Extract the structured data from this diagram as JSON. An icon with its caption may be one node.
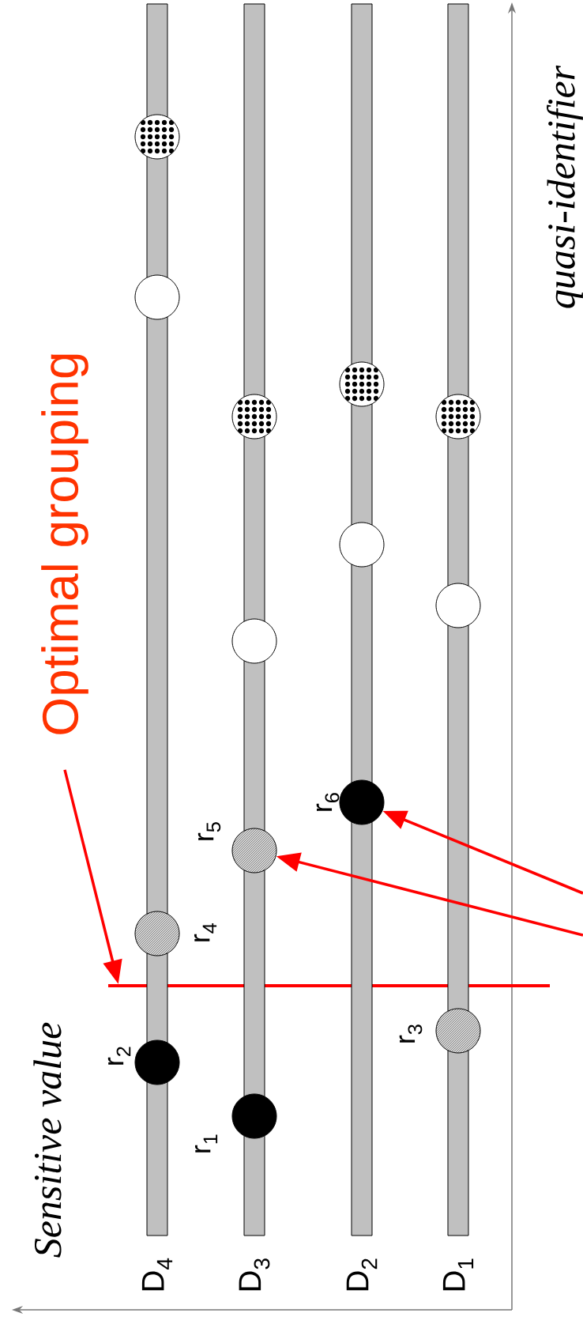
{
  "diagram": {
    "nodes": [
      {
        "text": [
          "Optimal grouping"
        ]
      },
      {
        "text": [],
        "shape": "line"
      },
      {
        "text": [
          "D$_{4}$"
        ]
      },
      {
        "text": [
          "D$_{3}$"
        ]
      },
      {
        "text": [
          "D$_{2}$"
        ]
      },
      {
        "text": [
          "D$_{1}$"
        ]
      },
      {
        "text": [],
        "shape": "circle"
      },
      {
        "text": [],
        "shape": "circle"
      },
      {
        "text": [
          "r$_{4}$"
        ]
      },
      {
        "text": [
          "r$_{2}$"
        ]
      },
      {
        "text": [],
        "shape": "circle"
      },
      {
        "text": [],
        "shape": "circle"
      },
      {
        "text": [
          "r$_{5}$"
        ]
      },
      {
        "text": [
          "r$_{1}$"
        ]
      },
      {
        "text": [],
        "shape": "circle"
      },
      {
        "text": [],
        "shape": "circle"
      },
      {
        "text": [
          "r$_{6}$"
        ]
      },
      {
        "text": [],
        "shape": "circle"
      },
      {
        "text": [],
        "shape": "circle"
      },
      {
        "text": [
          "r$_{3}$"
        ]
      }
    ],
    "edges": [
      {
        "from": 0,
        "to": 1,
        "arrow": "to"
      },
      {
        "from": null,
        "to": 12,
        "arrow": "to"
      },
      {
        "from": null,
        "to": 16,
        "arrow": "to"
      }
    ],
    "labels": [
      "Sensitive value",
      "quasi-identifier"
    ]
  }
}
